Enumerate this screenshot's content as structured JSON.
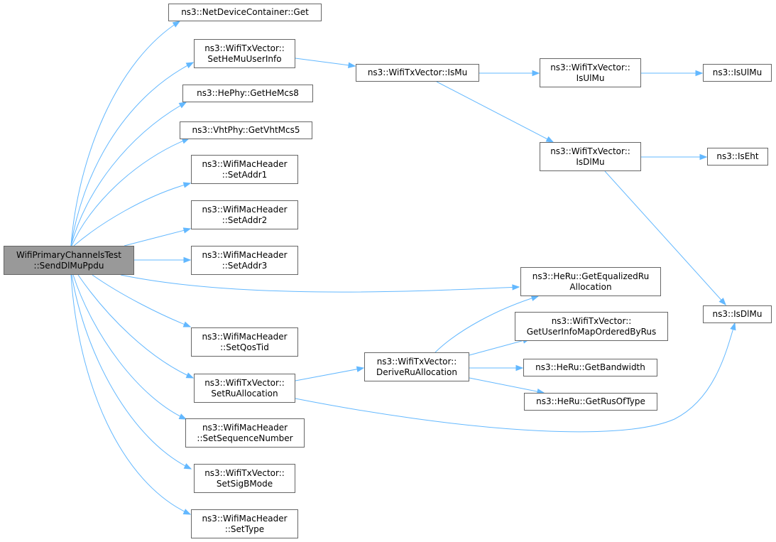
{
  "graph": {
    "title": "",
    "colors": {
      "edge": "#63b8ff",
      "node_border": "#666666",
      "root_fill": "#999999",
      "node_fill": "#ffffff"
    },
    "nodes": [
      {
        "id": "root",
        "lines": [
          "WifiPrimaryChannelsTest",
          "::SendDlMuPpdu"
        ]
      },
      {
        "id": "n_get",
        "lines": [
          "ns3::NetDeviceContainer::Get"
        ]
      },
      {
        "id": "n_sethemu",
        "lines": [
          "ns3::WifiTxVector::",
          "SetHeMuUserInfo"
        ]
      },
      {
        "id": "n_hemcs8",
        "lines": [
          "ns3::HePhy::GetHeMcs8"
        ]
      },
      {
        "id": "n_vhtmcs5",
        "lines": [
          "ns3::VhtPhy::GetVhtMcs5"
        ]
      },
      {
        "id": "n_addr1",
        "lines": [
          "ns3::WifiMacHeader",
          "::SetAddr1"
        ]
      },
      {
        "id": "n_addr2",
        "lines": [
          "ns3::WifiMacHeader",
          "::SetAddr2"
        ]
      },
      {
        "id": "n_addr3",
        "lines": [
          "ns3::WifiMacHeader",
          "::SetAddr3"
        ]
      },
      {
        "id": "n_qostid",
        "lines": [
          "ns3::WifiMacHeader",
          "::SetQosTid"
        ]
      },
      {
        "id": "n_setru",
        "lines": [
          "ns3::WifiTxVector::",
          "SetRuAllocation"
        ]
      },
      {
        "id": "n_seqnum",
        "lines": [
          "ns3::WifiMacHeader",
          "::SetSequenceNumber"
        ]
      },
      {
        "id": "n_sigb",
        "lines": [
          "ns3::WifiTxVector::",
          "SetSigBMode"
        ]
      },
      {
        "id": "n_settype",
        "lines": [
          "ns3::WifiMacHeader",
          "::SetType"
        ]
      },
      {
        "id": "n_ismu",
        "lines": [
          "ns3::WifiTxVector::IsMu"
        ]
      },
      {
        "id": "n_derive",
        "lines": [
          "ns3::WifiTxVector::",
          "DeriveRuAllocation"
        ]
      },
      {
        "id": "n_isulmu_v",
        "lines": [
          "ns3::WifiTxVector::",
          "IsUlMu"
        ]
      },
      {
        "id": "n_isdlmu_v",
        "lines": [
          "ns3::WifiTxVector::",
          "IsDlMu"
        ]
      },
      {
        "id": "n_equalized",
        "lines": [
          "ns3::HeRu::GetEqualizedRu",
          "Allocation"
        ]
      },
      {
        "id": "n_userinfo",
        "lines": [
          "ns3::WifiTxVector::",
          "GetUserInfoMapOrderedByRus"
        ]
      },
      {
        "id": "n_bandwidth",
        "lines": [
          "ns3::HeRu::GetBandwidth"
        ]
      },
      {
        "id": "n_rusoftype",
        "lines": [
          "ns3::HeRu::GetRusOfType"
        ]
      },
      {
        "id": "n_isulmu",
        "lines": [
          "ns3::IsUlMu"
        ]
      },
      {
        "id": "n_iseht",
        "lines": [
          "ns3::IsEht"
        ]
      },
      {
        "id": "n_isdlmu",
        "lines": [
          "ns3::IsDlMu"
        ]
      }
    ],
    "edges": [
      [
        "root",
        "n_get"
      ],
      [
        "root",
        "n_sethemu"
      ],
      [
        "root",
        "n_hemcs8"
      ],
      [
        "root",
        "n_vhtmcs5"
      ],
      [
        "root",
        "n_addr1"
      ],
      [
        "root",
        "n_addr2"
      ],
      [
        "root",
        "n_addr3"
      ],
      [
        "root",
        "n_equalized"
      ],
      [
        "root",
        "n_qostid"
      ],
      [
        "root",
        "n_setru"
      ],
      [
        "root",
        "n_seqnum"
      ],
      [
        "root",
        "n_sigb"
      ],
      [
        "root",
        "n_settype"
      ],
      [
        "n_sethemu",
        "n_ismu"
      ],
      [
        "n_ismu",
        "n_isulmu_v"
      ],
      [
        "n_ismu",
        "n_isdlmu_v"
      ],
      [
        "n_isulmu_v",
        "n_isulmu"
      ],
      [
        "n_isdlmu_v",
        "n_iseht"
      ],
      [
        "n_isdlmu_v",
        "n_isdlmu"
      ],
      [
        "n_setru",
        "n_derive"
      ],
      [
        "n_setru",
        "n_isdlmu"
      ],
      [
        "n_derive",
        "n_equalized"
      ],
      [
        "n_derive",
        "n_userinfo"
      ],
      [
        "n_derive",
        "n_bandwidth"
      ],
      [
        "n_derive",
        "n_rusoftype"
      ]
    ]
  }
}
